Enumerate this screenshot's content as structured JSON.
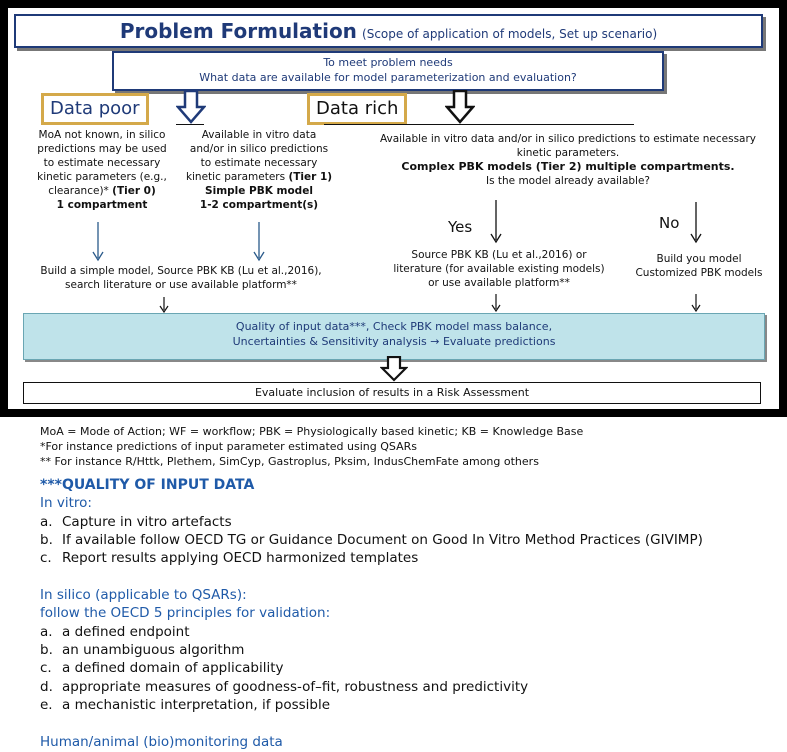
{
  "diagram": {
    "title": "Problem Formulation",
    "subtitle": "(Scope of application of models, Set up scenario)",
    "question_line1": "To meet problem needs",
    "question_line2": "What data are available for model parameterization and evaluation?",
    "data_poor_label": "Data poor",
    "data_rich_label": "Data rich",
    "tier0": {
      "l1": "MoA not known, in silico",
      "l2": "predictions may be used",
      "l3": "to estimate necessary",
      "l4": "kinetic parameters (e.g.,",
      "l5a": "clearance)* ",
      "l5b": "(Tier 0)",
      "l6": "1 compartment"
    },
    "tier1": {
      "l1": "Available in vitro data",
      "l2": "and/or in silico predictions",
      "l3": "to estimate necessary",
      "l4a": "kinetic parameters ",
      "l4b": "(Tier 1)",
      "l5": "Simple PBK model",
      "l6": "1-2 compartment(s)"
    },
    "tier2": {
      "l1": "Available in vitro data and/or in silico predictions to estimate necessary",
      "l2": "kinetic parameters.",
      "l3": "Complex PBK models (Tier 2)  multiple compartments.",
      "l4": "Is the model already available?"
    },
    "yes_label": "Yes",
    "no_label": "No",
    "yes_text": {
      "l1": "Source PBK KB (Lu et al.,2016) or",
      "l2": "literature (for available existing models)",
      "l3": "or use available platform**"
    },
    "no_text": {
      "l1": "Build you model",
      "l2": "Customized PBK models"
    },
    "simple_build": {
      "l1": "Build a simple model, Source PBK KB (Lu et al.,2016),",
      "l2": "search literature or use available platform**"
    },
    "quality_line1": "Quality of input data***, Check PBK model mass balance,",
    "quality_line2": "Uncertainties & Sensitivity analysis → Evaluate predictions",
    "evaluate": "Evaluate inclusion of results in a Risk Assessment"
  },
  "footnotes": [
    "MoA = Mode of Action; WF = workflow; PBK = Physiologically based kinetic; KB = Knowledge Base",
    "*For instance predictions of input parameter estimated using QSARs",
    "** For instance R/Httk, Plethem, SimCyp, Gastroplus, Pksim, IndusChemFate among others"
  ],
  "quality": {
    "heading": "***QUALITY OF INPUT DATA",
    "in_vitro_title": "In vitro:",
    "in_vitro_items": [
      {
        "m": "a.",
        "t": "Capture in vitro artefacts"
      },
      {
        "m": "b.",
        "t": "If available follow OECD TG or Guidance Document on Good In Vitro Method Practices (GIVIMP)"
      },
      {
        "m": "c.",
        "t": "Report results applying OECD harmonized templates"
      }
    ],
    "in_silico_title1": "In silico (applicable to QSARs):",
    "in_silico_title2": "follow the OECD 5 principles for validation:",
    "in_silico_items": [
      {
        "m": "a.",
        "t": "a defined endpoint"
      },
      {
        "m": "b.",
        "t": "an unambiguous algorithm"
      },
      {
        "m": "c.",
        "t": "a defined domain of applicability"
      },
      {
        "m": "d.",
        "t": "appropriate measures of goodness-of–fit, robustness and predictivity"
      },
      {
        "m": "e.",
        "t": "a mechanistic interpretation, if possible"
      }
    ],
    "monitoring_title": "Human/animal (bio)monitoring data"
  },
  "colors": {
    "navy": "#1f3a78",
    "gold": "#d4a94a",
    "cyan_box": "#bfe3ea",
    "blue_text": "#1f5aa8"
  }
}
